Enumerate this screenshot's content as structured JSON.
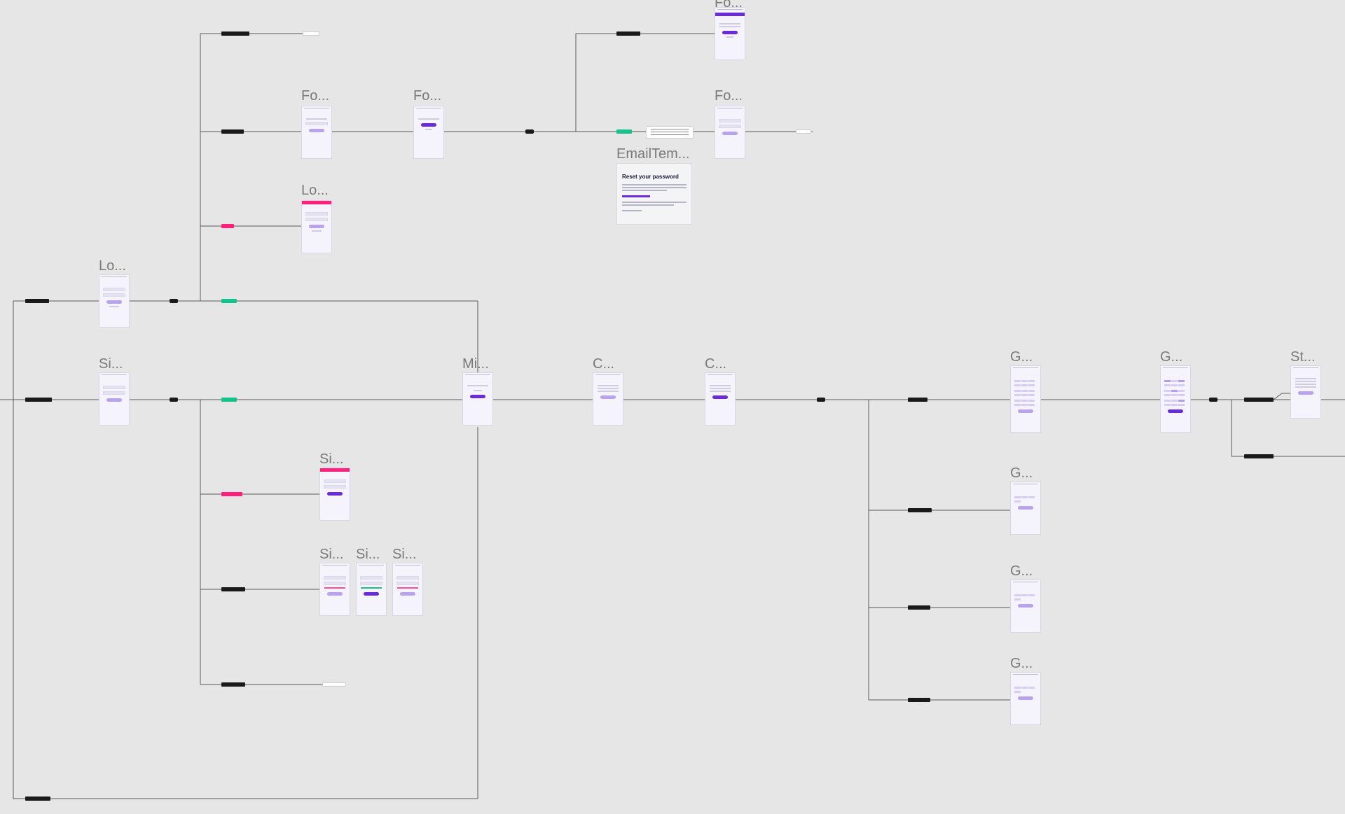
{
  "frame_titles": {
    "fo_top": "Fo...",
    "fo_1": "Fo...",
    "fo_2": "Fo...",
    "fo_3": "Fo...",
    "email_template": "EmailTem...",
    "lo_error": "Lo...",
    "lo_main": "Lo...",
    "si_main": "Si...",
    "mi": "Mi...",
    "c_1": "C...",
    "c_2": "C...",
    "g_1": "G...",
    "g_2": "G...",
    "st": "St...",
    "si_error": "Si...",
    "si_a": "Si...",
    "si_b": "Si...",
    "si_c": "Si...",
    "g_3": "G...",
    "g_4": "G...",
    "g_5": "G..."
  },
  "email_card": {
    "heading": "Reset your password"
  },
  "colors": {
    "canvas": "#e6e6e6",
    "connector": "#555555",
    "tag_black": "#1a1a1a",
    "tag_pink": "#ff1f7d",
    "tag_green": "#14c28c",
    "accent_purple": "#6a2bd9",
    "button_light": "#b9a3ee"
  }
}
